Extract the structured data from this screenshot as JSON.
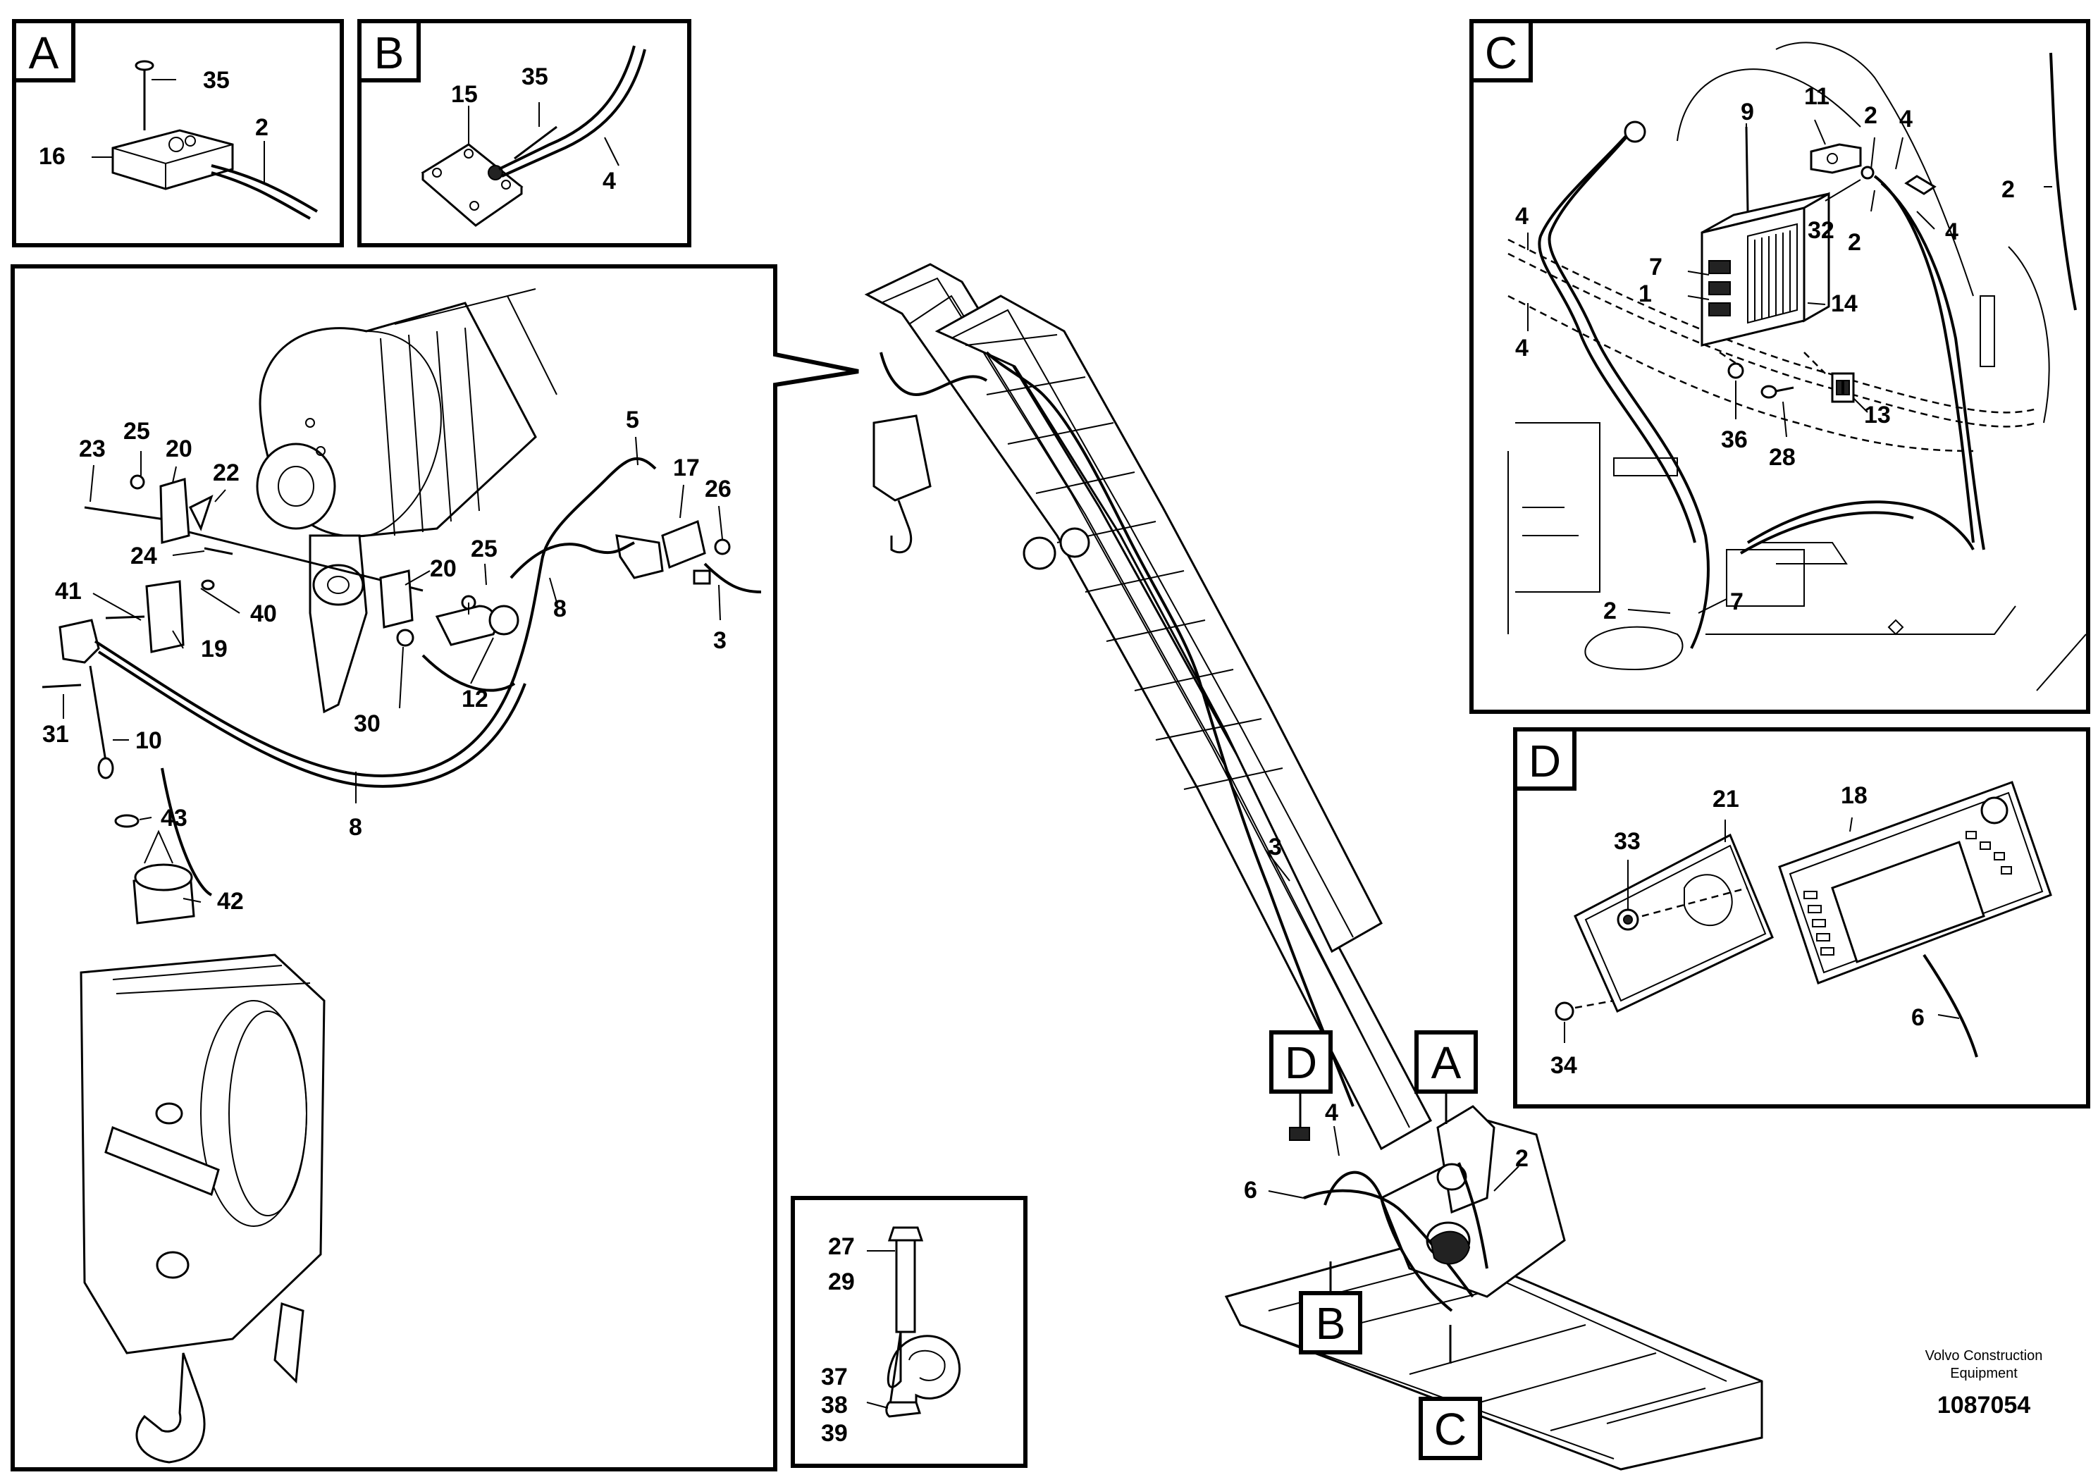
{
  "views": {
    "A": {
      "tag": "A",
      "labels": [
        "35",
        "16",
        "2"
      ]
    },
    "B": {
      "tag": "B",
      "labels": [
        "15",
        "35",
        "4"
      ]
    },
    "C": {
      "tag": "C",
      "labels": [
        "9",
        "11",
        "2",
        "4",
        "32",
        "2",
        "4",
        "7",
        "1",
        "14",
        "4",
        "4",
        "36",
        "28",
        "13",
        "2",
        "7",
        "2"
      ]
    },
    "D": {
      "tag": "D",
      "labels": [
        "18",
        "21",
        "33",
        "6",
        "34"
      ]
    },
    "main": {
      "labels": [
        "5",
        "17",
        "26",
        "25",
        "20",
        "22",
        "23",
        "24",
        "41",
        "40",
        "19",
        "20",
        "25",
        "8",
        "3",
        "12",
        "30",
        "31",
        "10",
        "43",
        "42",
        "8"
      ]
    },
    "clamp": {
      "labels": [
        "27",
        "29",
        "37",
        "38",
        "39"
      ]
    },
    "machine": {
      "labels": [
        "3",
        "4",
        "6",
        "2"
      ],
      "tags": [
        "D",
        "A",
        "B",
        "C"
      ]
    }
  },
  "footer": {
    "company_line1": "Volvo Construction",
    "company_line2": "Equipment",
    "doc_number": "1087054"
  }
}
